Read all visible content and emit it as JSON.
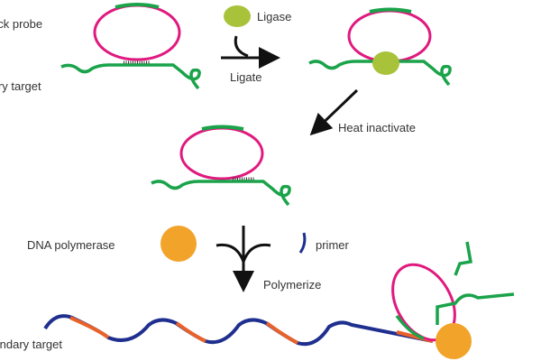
{
  "labels": {
    "padlock_probe": "Padlock probe",
    "primary_target": "Primary target",
    "ligase": "Ligase",
    "ligate": "Ligate",
    "heat_inactivate": "Heat inactivate",
    "dna_polymerase": "DNA polymerase",
    "primer": "primer",
    "polymerize": "Polymerize",
    "secondary_target": "Secondary target"
  },
  "colors": {
    "probe": "#e0197f",
    "target": "#1aa34a",
    "ligase": "#a8c23a",
    "polymerase": "#f2a32a",
    "primer": "#1f2f8f",
    "product": "#e8622a",
    "arrow": "#111111"
  }
}
